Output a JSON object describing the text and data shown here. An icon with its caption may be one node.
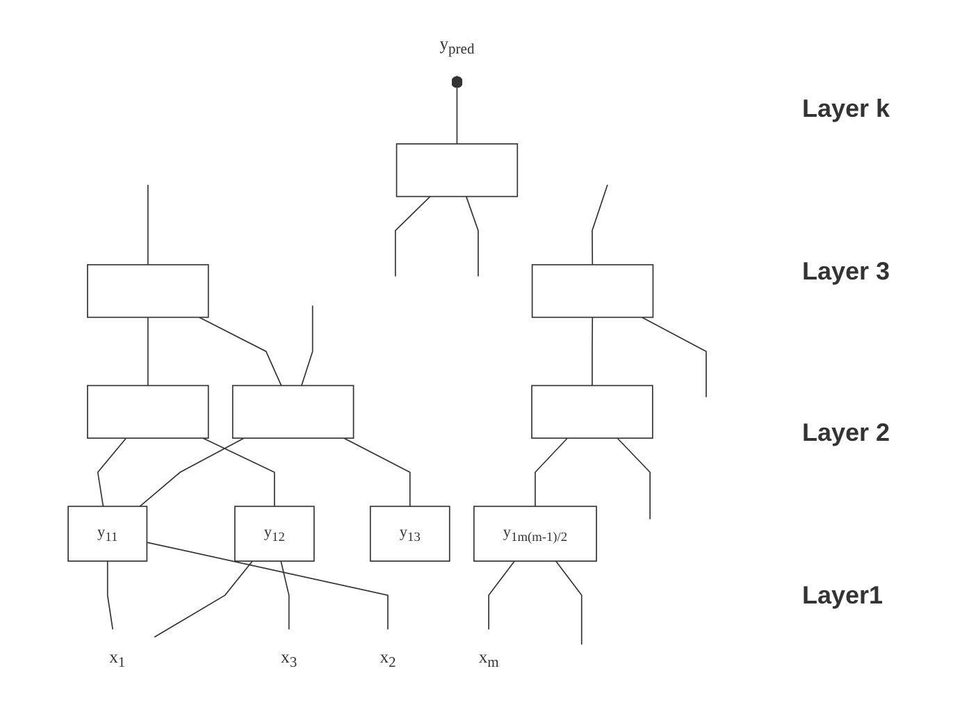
{
  "diagram": {
    "nodes": [
      {
        "text": [
          "y$_{pred}$"
        ]
      },
      {
        "text": [],
        "shape": "box"
      },
      {
        "text": [],
        "shape": "box"
      },
      {
        "text": [],
        "shape": "box"
      },
      {
        "text": [],
        "shape": "box"
      },
      {
        "text": [],
        "shape": "box"
      },
      {
        "text": [],
        "shape": "box"
      },
      {
        "text": [
          "y$_{11}$"
        ]
      },
      {
        "text": [
          "y$_{12}$"
        ]
      },
      {
        "text": [
          "y$_{13}$"
        ]
      },
      {
        "text": [
          "y$_{1m(m-1)/2}$"
        ]
      },
      {
        "text": [
          "x$_{1}$"
        ]
      },
      {
        "text": [
          "x$_{2}$"
        ]
      },
      {
        "text": [
          "x$_{3}$"
        ]
      },
      {
        "text": [
          "x$_{m}$"
        ]
      }
    ],
    "edges": [
      {
        "from": 1,
        "to": 0,
        "arrow": "other"
      },
      {
        "from": null,
        "to": 1,
        "arrow": "none"
      },
      {
        "from": null,
        "to": 1,
        "arrow": "none"
      },
      {
        "from": 2,
        "to": null,
        "arrow": "none"
      },
      {
        "from": 3,
        "to": null,
        "arrow": "none"
      },
      {
        "from": 4,
        "to": 2,
        "arrow": "none"
      },
      {
        "from": 5,
        "to": 2,
        "arrow": "none"
      },
      {
        "from": 6,
        "to": 3,
        "arrow": "none"
      },
      {
        "from": null,
        "to": 3,
        "arrow": "none"
      },
      {
        "from": 5,
        "to": null,
        "arrow": "none"
      },
      {
        "from": 7,
        "to": 4,
        "arrow": "none"
      },
      {
        "from": 8,
        "to": 4,
        "arrow": "none"
      },
      {
        "from": 7,
        "to": 5,
        "arrow": "none"
      },
      {
        "from": 9,
        "to": 5,
        "arrow": "none"
      },
      {
        "from": 10,
        "to": 6,
        "arrow": "none"
      },
      {
        "from": null,
        "to": 6,
        "arrow": "none"
      },
      {
        "from": 11,
        "to": 7,
        "arrow": "none"
      },
      {
        "from": 12,
        "to": 7,
        "arrow": "none"
      },
      {
        "from": 11,
        "to": 8,
        "arrow": "none"
      },
      {
        "from": 13,
        "to": 8,
        "arrow": "none"
      },
      {
        "from": 14,
        "to": 10,
        "arrow": "none"
      },
      {
        "from": null,
        "to": 10,
        "arrow": "none"
      }
    ],
    "labels": [
      "Layer k",
      "Layer 3",
      "Layer 2",
      "Layer1"
    ]
  }
}
